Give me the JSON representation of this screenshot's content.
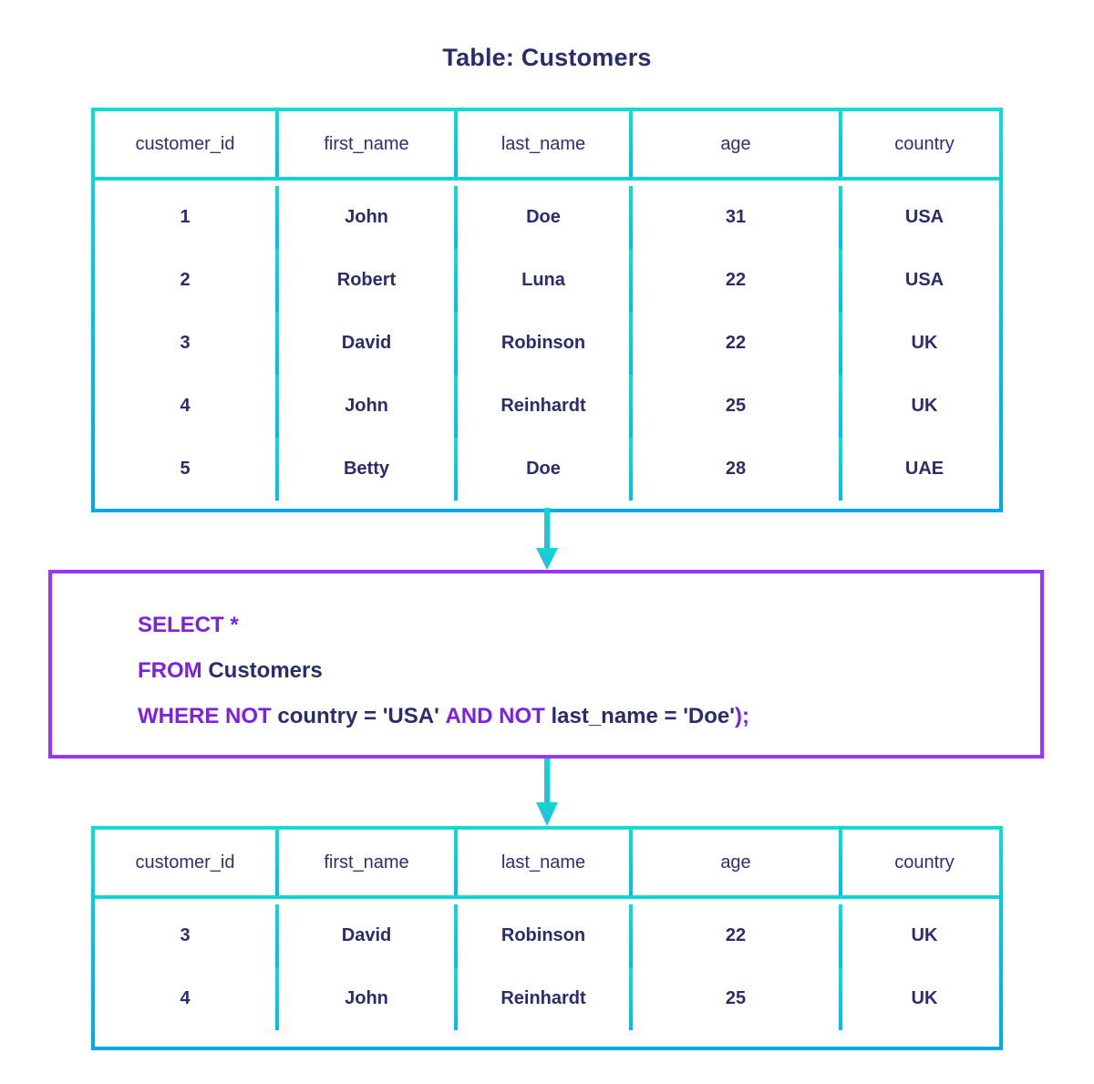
{
  "title": "Table: Customers",
  "colors": {
    "table_border_teal": "#10dcd2",
    "table_border_blue": "#00a8ec",
    "navy_text": "#2b2d6b",
    "keyword_purple": "#7b22e0",
    "box_border_purple": "#9933ff",
    "arrow_cyan": "#17d4d4"
  },
  "source_table": {
    "columns": [
      "customer_id",
      "first_name",
      "last_name",
      "age",
      "country"
    ],
    "rows": [
      [
        "1",
        "John",
        "Doe",
        "31",
        "USA"
      ],
      [
        "2",
        "Robert",
        "Luna",
        "22",
        "USA"
      ],
      [
        "3",
        "David",
        "Robinson",
        "22",
        "UK"
      ],
      [
        "4",
        "John",
        "Reinhardt",
        "25",
        "UK"
      ],
      [
        "5",
        "Betty",
        "Doe",
        "28",
        "UAE"
      ]
    ]
  },
  "query": {
    "line1": {
      "keyword": "SELECT *"
    },
    "line2": {
      "keyword": "FROM",
      "identifier": "Customers"
    },
    "line3": {
      "keyword_where_not": "WHERE NOT",
      "condition1": "country = 'USA'",
      "keyword_and_not": "AND NOT",
      "condition2": "last_name = 'Doe'",
      "terminator": ");"
    }
  },
  "result_table": {
    "columns": [
      "customer_id",
      "first_name",
      "last_name",
      "age",
      "country"
    ],
    "rows": [
      [
        "3",
        "David",
        "Robinson",
        "22",
        "UK"
      ],
      [
        "4",
        "John",
        "Reinhardt",
        "25",
        "UK"
      ]
    ]
  },
  "arrows": [
    {
      "name": "arrow-table-to-query"
    },
    {
      "name": "arrow-query-to-result"
    }
  ]
}
